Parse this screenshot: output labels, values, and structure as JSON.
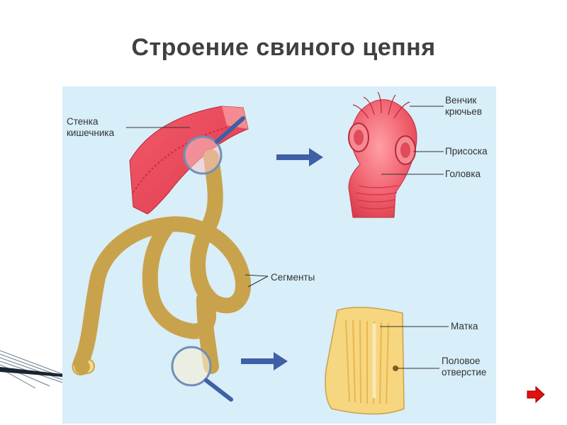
{
  "title": "Строение свиного цепня",
  "labels": {
    "intestine_wall": "Стенка\nкишечника",
    "hook_crown": "Венчик\nкрючьев",
    "sucker": "Присоска",
    "head": "Головка",
    "segments": "Сегменты",
    "uterus": "Матка",
    "genital_opening": "Половое\nотверстие"
  },
  "colors": {
    "panel_bg": "#d8eef8",
    "worm_fill": "#f6e3a8",
    "worm_stroke": "#c9a24c",
    "tissue_red": "#e8475a",
    "arrow_blue": "#3f5fa6",
    "next_red": "#e01010"
  },
  "icons": {
    "next": "next-arrow-icon",
    "magnifier": "magnifier-icon",
    "arrow": "right-arrow-icon"
  }
}
